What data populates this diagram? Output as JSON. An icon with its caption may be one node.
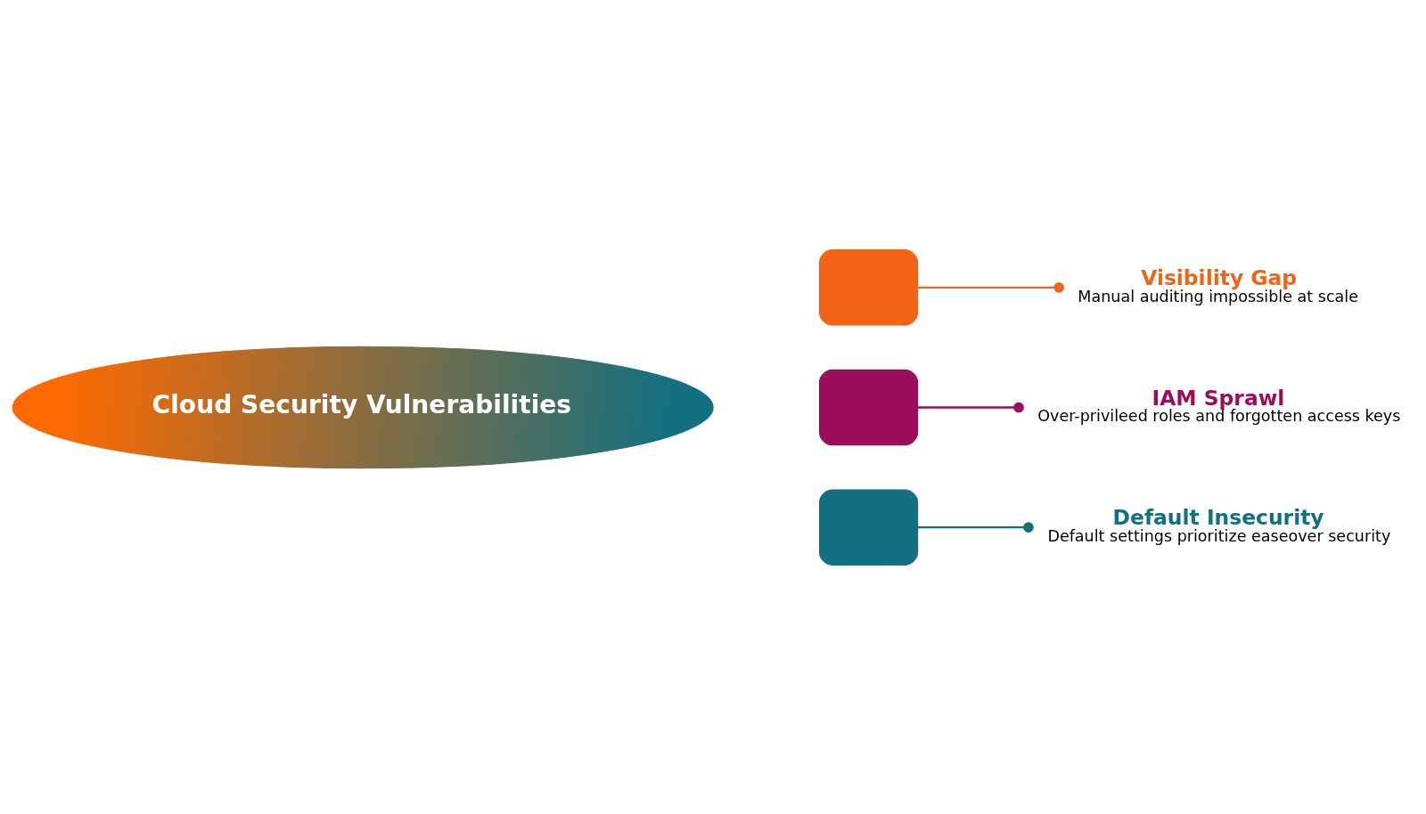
{
  "diagram": {
    "nodes": [
      {
        "text": [
          "Cloud Security Vulnerabilities"
        ]
      },
      {
        "text": [],
        "shape": "box"
      },
      {
        "text": [],
        "shape": "box"
      },
      {
        "text": [],
        "shape": "box"
      },
      {
        "text": [
          "Visibility Gap",
          "Manual auditing impossible at scale"
        ]
      },
      {
        "text": [
          "IAM Sprawl",
          "Over-privileed roles and forgotten access keys"
        ]
      },
      {
        "text": [
          "Default Insecurity",
          "Default settings prioritize easeover security"
        ]
      }
    ],
    "edges": [
      {
        "from": 1,
        "to": 4,
        "arrow": "other",
        "color": "#f26415"
      },
      {
        "from": 2,
        "to": 5,
        "arrow": "other",
        "color": "#9c0d5c"
      },
      {
        "from": 3,
        "to": 6,
        "arrow": "other",
        "color": "#137080"
      }
    ]
  }
}
